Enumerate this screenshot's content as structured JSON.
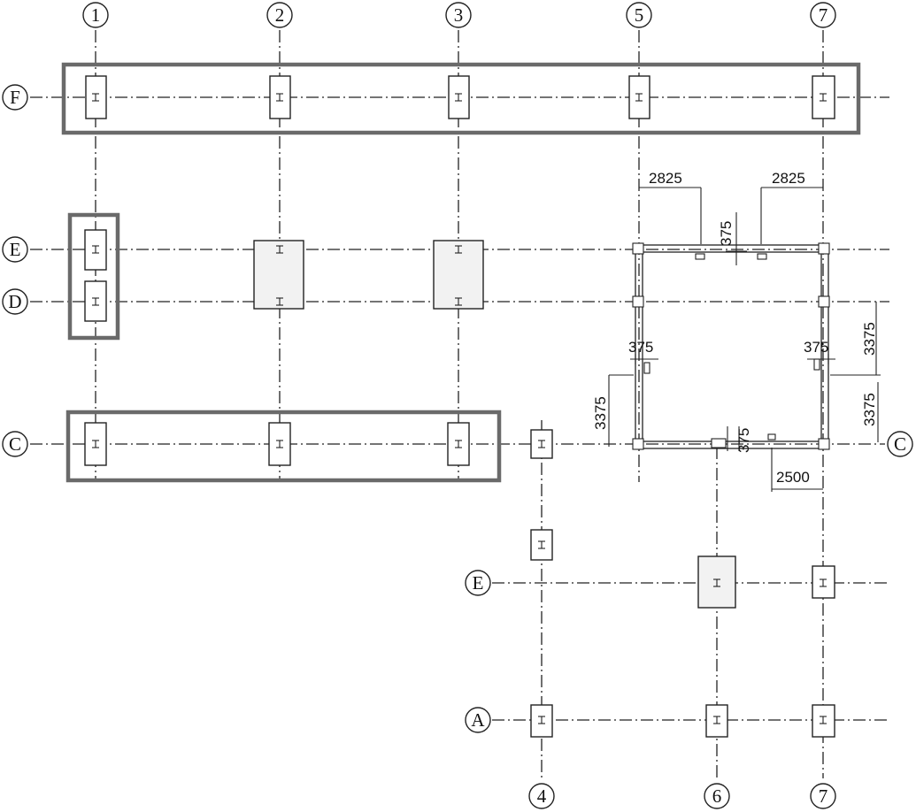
{
  "grid_labels": {
    "top": [
      "1",
      "2",
      "3",
      "5",
      "7"
    ],
    "bottom": [
      "4",
      "6",
      "7"
    ],
    "left_upper": [
      "F",
      "E",
      "D",
      "C"
    ],
    "right_upper": [
      "C"
    ],
    "left_lower": [
      "E",
      "A"
    ]
  },
  "dimensions": {
    "d2825_left": "2825",
    "d2825_right": "2825",
    "d375_top": "375",
    "d375_left": "375",
    "d375_right": "375",
    "d375_bottom": "375",
    "d3375_left": "3375",
    "d3375_right_top": "3375",
    "d3375_right_bottom": "3375",
    "d2500": "2500"
  },
  "colors": {
    "line": "#222222",
    "highlight_frame": "#6a6a6a",
    "footing_fill": "#f2f2f2"
  }
}
